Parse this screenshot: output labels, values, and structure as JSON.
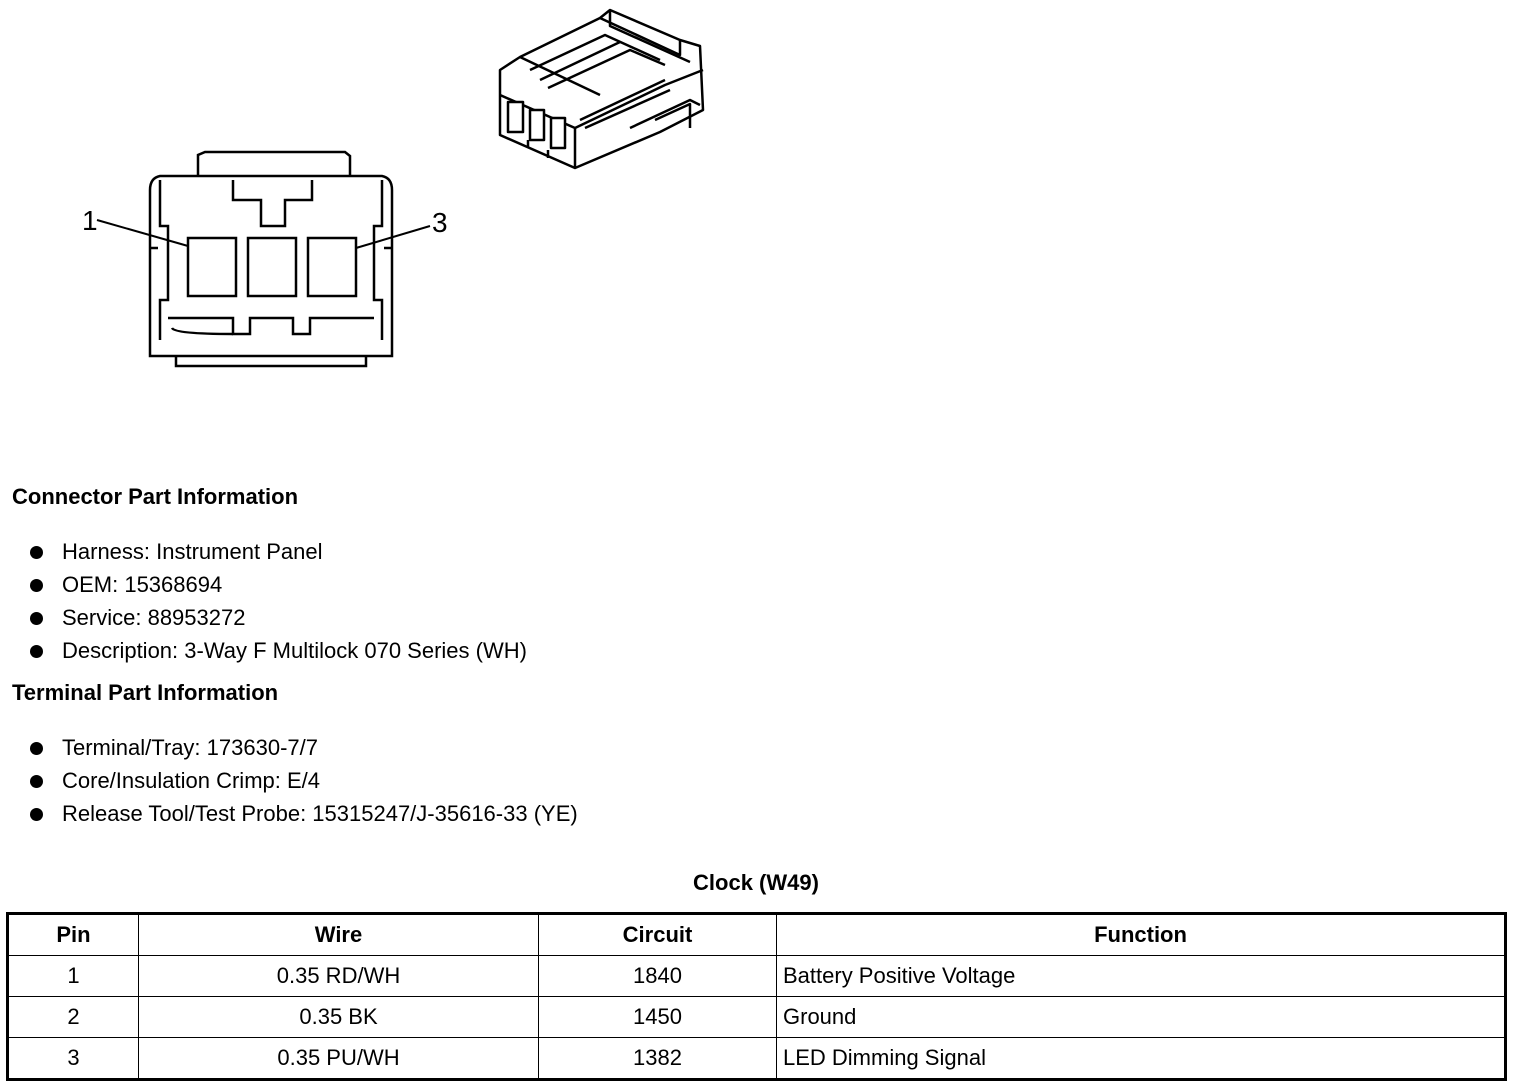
{
  "diagram": {
    "pin_callouts": [
      "1",
      "3"
    ]
  },
  "connector_info": {
    "title": "Connector Part Information",
    "items": [
      "Harness: Instrument Panel",
      "OEM: 15368694",
      "Service: 88953272",
      "Description: 3-Way F Multilock 070 Series (WH)"
    ]
  },
  "terminal_info": {
    "title": "Terminal Part Information",
    "items": [
      "Terminal/Tray: 173630-7/7",
      "Core/Insulation Crimp: E/4",
      "Release Tool/Test Probe: 15315247/J-35616-33 (YE)"
    ]
  },
  "table": {
    "title": "Clock (W49)",
    "headers": [
      "Pin",
      "Wire",
      "Circuit",
      "Function"
    ],
    "rows": [
      [
        "1",
        "0.35 RD/WH",
        "1840",
        "Battery Positive Voltage"
      ],
      [
        "2",
        "0.35 BK",
        "1450",
        "Ground"
      ],
      [
        "3",
        "0.35 PU/WH",
        "1382",
        "LED Dimming Signal"
      ]
    ]
  }
}
